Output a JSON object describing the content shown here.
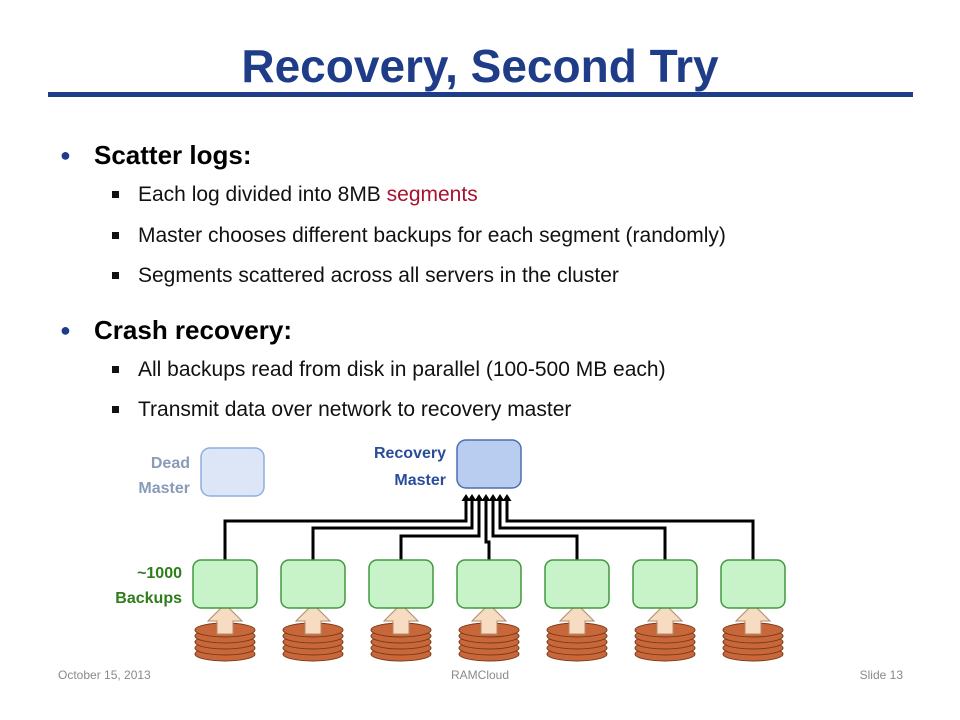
{
  "slide": {
    "title": "Recovery, Second Try",
    "bullets": [
      {
        "text": "Scatter logs:",
        "subitems": [
          {
            "text": "Each log divided into 8MB ",
            "highlight": "segments"
          },
          {
            "text": "Master chooses different backups for each segment (randomly)"
          },
          {
            "text": "Segments scattered across all servers in the cluster"
          }
        ]
      },
      {
        "text": "Crash recovery:",
        "subitems": [
          {
            "text": "All backups read from disk in parallel (100-500 MB each)"
          },
          {
            "text": "Transmit data over network to recovery master"
          }
        ]
      }
    ]
  },
  "diagram": {
    "dead_master_label": [
      "Dead",
      "Master"
    ],
    "recovery_master_label": [
      "Recovery",
      "Master"
    ],
    "backups_label": [
      "~1000",
      "Backups"
    ],
    "backup_count": 7,
    "colors": {
      "title": "#1f3c88",
      "highlight": "#a8122e",
      "dead_master_fill": "#dde6f7",
      "dead_master_stroke": "#8faee0",
      "dead_master_text": "#8a9bb8",
      "recovery_master_fill": "#b9cdf0",
      "recovery_master_stroke": "#4a6fb0",
      "recovery_master_text": "#2a4d9a",
      "backup_fill": "#c8f2c8",
      "backup_stroke": "#3f9a3f",
      "backups_text": "#2e7d1a",
      "disk_fill": "#c8683a",
      "disk_stroke": "#7a3a1a",
      "arrow_fill": "#f7dcc2",
      "arrow_stroke": "#b08a6a"
    }
  },
  "footer": {
    "date": "October 15, 2013",
    "center": "RAMCloud",
    "slide": "Slide 13"
  }
}
